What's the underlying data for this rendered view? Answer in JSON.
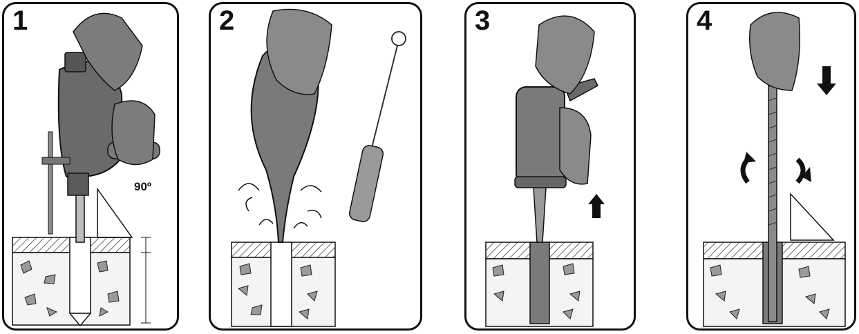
{
  "steps": [
    {
      "number": "1",
      "angle_label": "90º"
    },
    {
      "number": "2"
    },
    {
      "number": "3"
    },
    {
      "number": "4"
    }
  ],
  "colors": {
    "outline": "#111111",
    "skin": "#7c7c7c",
    "tool": "#6a6a6a",
    "hatch": "#333333",
    "concrete": "#f4f4f4"
  }
}
